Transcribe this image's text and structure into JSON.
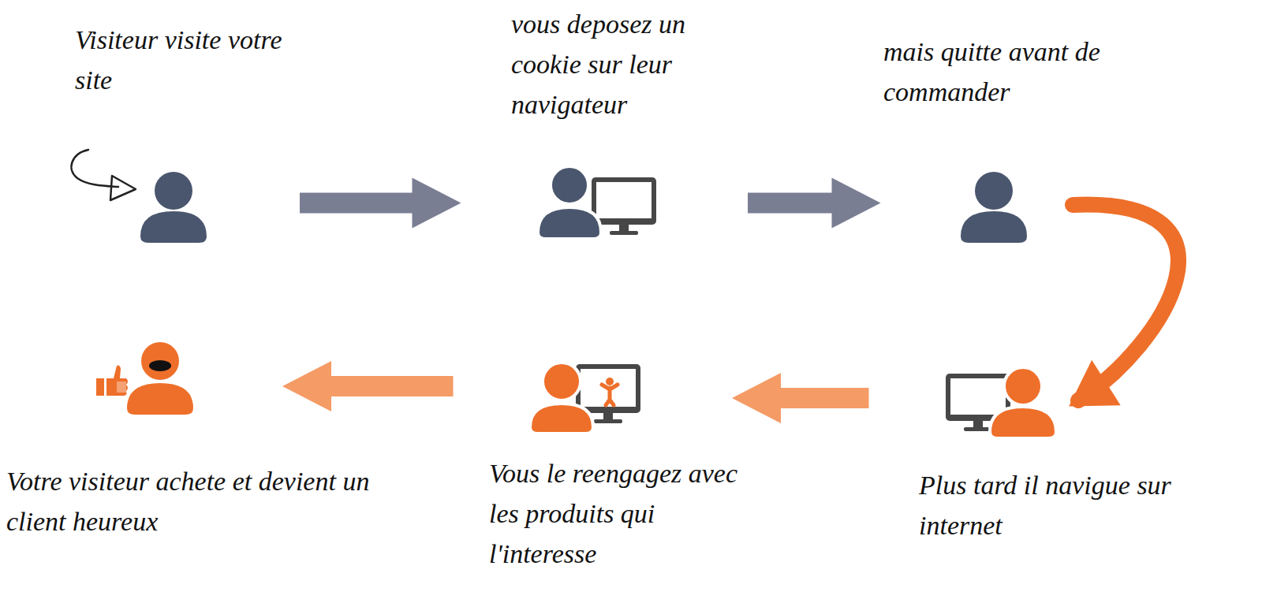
{
  "diagram": {
    "nodes": [
      {
        "text": [
          "Visiteur visite votre site"
        ]
      },
      {
        "text": [
          "vous deposez un cookie sur leur navigateur"
        ]
      },
      {
        "text": [
          "mais quitte avant de commander"
        ]
      },
      {
        "text": [
          "Plus tard il navigue sur internet"
        ]
      },
      {
        "text": [
          "Vous le reengagez avec les produits qui l'interesse"
        ]
      },
      {
        "text": [
          "Votre visiteur achete et devient un client heureux"
        ]
      }
    ],
    "edges": [
      {
        "from": 0,
        "to": 1,
        "arrow": "to"
      },
      {
        "from": 1,
        "to": 2,
        "arrow": "to"
      },
      {
        "from": 2,
        "to": 3,
        "arrow": "to"
      },
      {
        "from": 3,
        "to": 4,
        "arrow": "to"
      },
      {
        "from": 4,
        "to": 5,
        "arrow": "to"
      }
    ]
  }
}
